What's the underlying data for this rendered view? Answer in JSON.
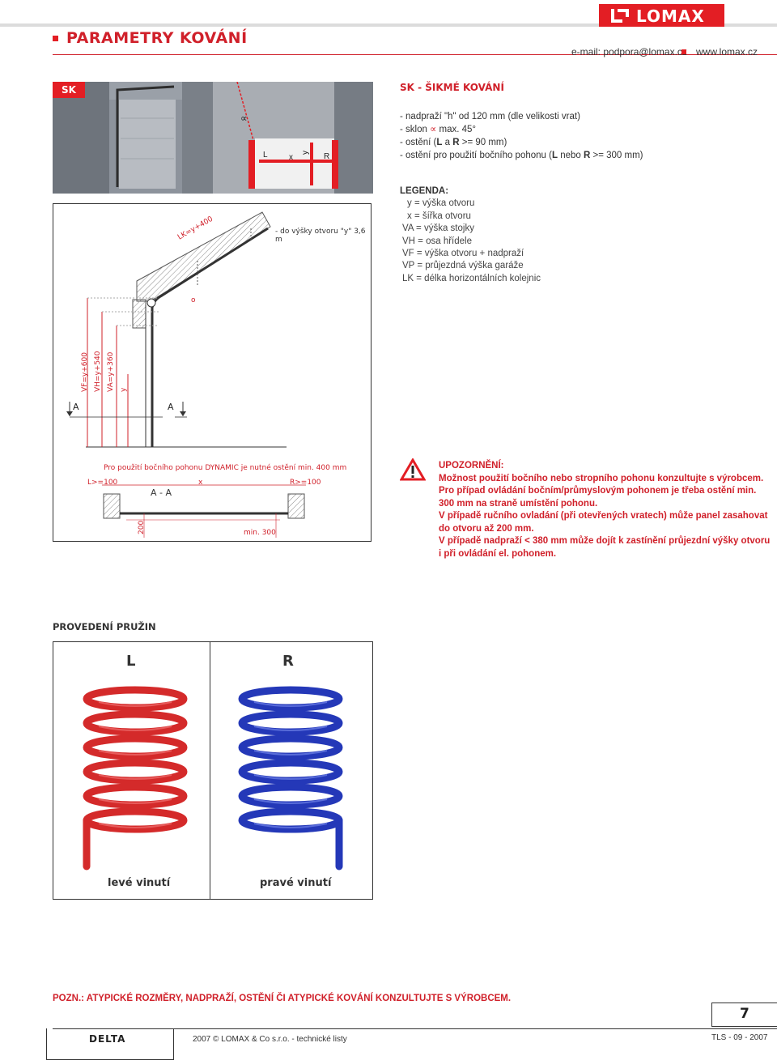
{
  "header": {
    "title": "PARAMETRY KOVÁNÍ",
    "logo": "LOMAX",
    "email": "e-mail: podpora@lomax.cz",
    "web": "www.lomax.cz",
    "accent_color": "#e31e24"
  },
  "section": {
    "badge": "SK",
    "title": "SK - ŠIKMÉ KOVÁNÍ",
    "params": [
      "- nadpraží \"h\" od 120 mm (dle velikosti vrat)",
      "- sklon",
      "max. 45°",
      "- ostění (",
      "L",
      " a ",
      "R",
      " >= 90 mm)",
      "- ostění pro použití bočního pohonu (",
      "L",
      " nebo ",
      "R",
      " >= 300 mm)"
    ],
    "photo_labels": {
      "alpha": "∝",
      "L": "L",
      "x": "x",
      "y": "y",
      "R": "R"
    },
    "alpha_symbol": "∝"
  },
  "legend": {
    "title": "LEGENDA:",
    "items": [
      "y = výška otvoru",
      "x = šířka otvoru",
      "VA = výška stojky",
      "VH = osa hřídele",
      "VF = výška otvoru + nadpraží",
      "VP = průjezdná výška garáže",
      "LK = délka horizontálních kolejnic"
    ]
  },
  "diagram": {
    "lk_label": "LK=y+400",
    "note": "- do výšky otvoru \"y\" 3,6 m",
    "vf": "VF=y+600",
    "vh": "VH=y+540",
    "va": "VA=y+360",
    "y": "y",
    "a_left": "A",
    "a_right": "A",
    "small_o": "o",
    "dynamic_note": "Pro použití bočního pohonu DYNAMIC je nutné ostění min. 400 mm",
    "l_label": "L>=100",
    "x_label": "x",
    "r_label": "R>=100",
    "section_label": "A - A",
    "dim_200": "200",
    "min300": "min. 300"
  },
  "warning": {
    "title": "UPOZORNĚNÍ:",
    "lines": [
      "Možnost použití bočního nebo stropního pohonu konzultujte s výrobcem.",
      "Pro případ ovládání bočním/průmyslovým pohonem je třeba ostění min.",
      "300 mm na straně umístění pohonu.",
      "V případě ručního ovladání (při otevřených vratech) může panel zasahovat",
      "do otvoru až 200 mm.",
      "V případě nadpraží <  380 mm může dojít k zastínění průjezdní výšky otvoru",
      "i při ovládání el. pohonem."
    ]
  },
  "springs": {
    "title": "PROVEDENÍ PRUŽIN",
    "left_letter": "L",
    "right_letter": "R",
    "left_caption": "levé vinutí",
    "right_caption": "pravé vinutí",
    "left_color": "#d42a2a",
    "right_color": "#2438b8"
  },
  "note": "POZN.: ATYPICKÉ ROZMĚRY, NADPRAŽÍ, OSTĚNÍ ČI ATYPICKÉ KOVÁNÍ KONZULTUJTE S VÝROBCEM.",
  "footer": {
    "brand": "DELTA",
    "copyright": "2007 © LOMAX & Co s.r.o. - technické listy",
    "page_number": "7",
    "doc_code": "TLS - 09 - 2007"
  }
}
